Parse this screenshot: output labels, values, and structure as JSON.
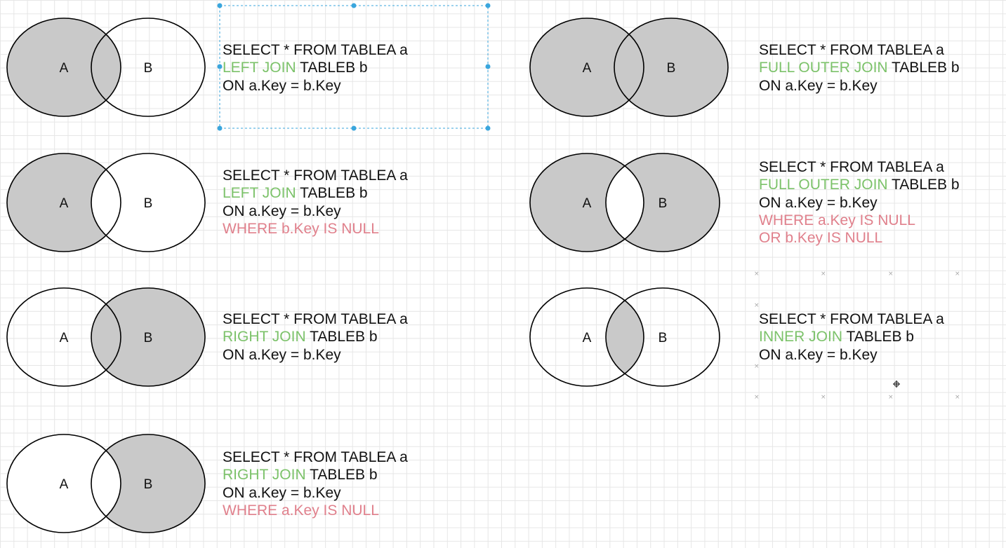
{
  "colors": {
    "fill": "#c9c9c9",
    "stroke": "#000000",
    "join_keyword": "#7cc26a",
    "where_clause": "#e0808c",
    "selection": "#3aa6dd"
  },
  "diagrams": [
    {
      "id": "left-join",
      "label_a": "A",
      "label_b": "B",
      "region": "left",
      "lines": [
        {
          "text": "SELECT * FROM TABLEA a"
        },
        {
          "kw": "LEFT JOIN",
          "text": " TABLEB b"
        },
        {
          "text": "ON a.Key = b.Key"
        }
      ]
    },
    {
      "id": "left-join-exclusive",
      "label_a": "A",
      "label_b": "B",
      "region": "left-only",
      "lines": [
        {
          "text": "SELECT * FROM TABLEA a"
        },
        {
          "kw": "LEFT JOIN",
          "text": " TABLEB b"
        },
        {
          "text": "ON a.Key = b.Key"
        },
        {
          "where": "WHERE b.Key IS NULL"
        }
      ]
    },
    {
      "id": "right-join",
      "label_a": "A",
      "label_b": "B",
      "region": "right",
      "lines": [
        {
          "text": "SELECT * FROM TABLEA a"
        },
        {
          "kw": "RIGHT JOIN",
          "text": " TABLEB b"
        },
        {
          "text": "ON a.Key = b.Key"
        }
      ]
    },
    {
      "id": "right-join-exclusive",
      "label_a": "A",
      "label_b": "B",
      "region": "right-only",
      "lines": [
        {
          "text": "SELECT * FROM TABLEA a"
        },
        {
          "kw": "RIGHT JOIN",
          "text": " TABLEB b"
        },
        {
          "text": "ON a.Key = b.Key"
        },
        {
          "where": "WHERE a.Key IS NULL"
        }
      ]
    },
    {
      "id": "full-outer-join",
      "label_a": "A",
      "label_b": "B",
      "region": "full",
      "lines": [
        {
          "text": "SELECT * FROM TABLEA a"
        },
        {
          "kw": "FULL OUTER JOIN",
          "text": " TABLEB b"
        },
        {
          "text": "ON a.Key = b.Key"
        }
      ]
    },
    {
      "id": "full-outer-join-exclusive",
      "label_a": "A",
      "label_b": "B",
      "region": "full-exclusive",
      "lines": [
        {
          "text": "SELECT * FROM TABLEA a"
        },
        {
          "kw": "FULL OUTER JOIN",
          "text": " TABLEB b"
        },
        {
          "text": "ON a.Key = b.Key"
        },
        {
          "where": "WHERE a.Key IS NULL"
        },
        {
          "where": "OR b.Key IS NULL"
        }
      ]
    },
    {
      "id": "inner-join",
      "label_a": "A",
      "label_b": "B",
      "region": "inner",
      "lines": [
        {
          "text": "SELECT * FROM TABLEA a"
        },
        {
          "kw": "INNER JOIN",
          "text": " TABLEB b"
        },
        {
          "text": "ON a.Key = b.Key"
        }
      ]
    }
  ]
}
